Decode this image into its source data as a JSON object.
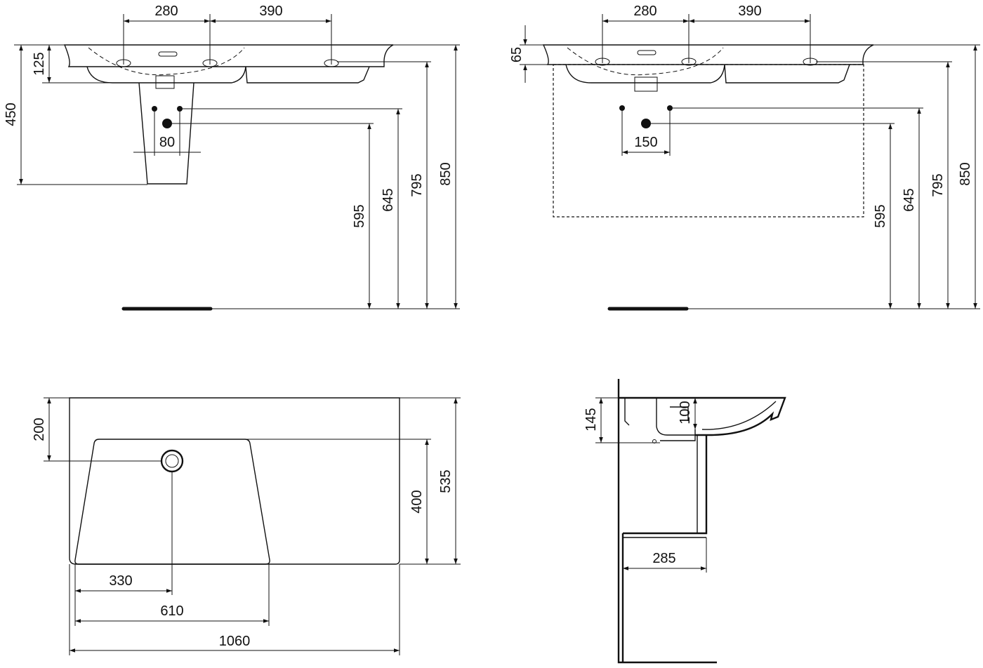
{
  "front_pedestal": {
    "top_280": "280",
    "top_390": "390",
    "left_125": "125",
    "left_450": "450",
    "bottom_80": "80",
    "h_595": "595",
    "h_645": "645",
    "h_795": "795",
    "h_850": "850"
  },
  "front_wall": {
    "top_280": "280",
    "top_390": "390",
    "left_65": "65",
    "bottom_150": "150",
    "h_595": "595",
    "h_645": "645",
    "h_795": "795",
    "h_850": "850"
  },
  "plan": {
    "left_200": "200",
    "right_400": "400",
    "right_535": "535",
    "bottom_330": "330",
    "bottom_610": "610",
    "bottom_1060": "1060"
  },
  "section": {
    "h_145": "145",
    "h_100": "100",
    "w_285": "285"
  }
}
